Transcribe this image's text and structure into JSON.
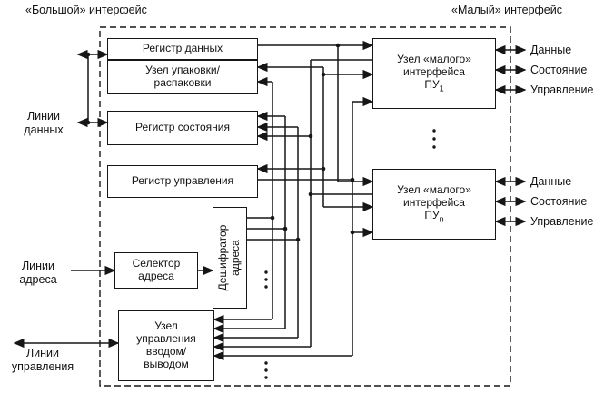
{
  "titles": {
    "left": "«Большой» интерфейс",
    "right": "«Малый» интерфейс"
  },
  "blocks": {
    "reg_data": {
      "lines": [
        "Регистр данных"
      ]
    },
    "pack": {
      "lines": [
        "Узел упаковки/",
        "распаковки"
      ]
    },
    "status": {
      "lines": [
        "Регистр состояния"
      ]
    },
    "control": {
      "lines": [
        "Регистр управления"
      ]
    },
    "selector": {
      "lines": [
        "Селектор",
        "адреса"
      ]
    },
    "decoder": {
      "lines": [
        "Дешифратор",
        "адреса"
      ]
    },
    "io": {
      "lines": [
        "Узел",
        "управления",
        "вводом/",
        "выводом"
      ]
    },
    "pu1": {
      "lines": [
        "Узел «малого»",
        "интерфейса"
      ],
      "base": "ПУ",
      "sub": "1"
    },
    "pun": {
      "lines": [
        "Узел «малого»",
        "интерфейса"
      ],
      "base": "ПУ",
      "sub": "n"
    }
  },
  "left_labels": {
    "data": [
      "Линии",
      "данных"
    ],
    "addr": [
      "Линии",
      "адреса"
    ],
    "ctrl": [
      "Линии",
      "управления"
    ]
  },
  "right_labels": {
    "data": "Данные",
    "state": "Состояние",
    "control": "Управление"
  },
  "colors": {
    "ink": "#161616",
    "background": "#ffffff"
  }
}
